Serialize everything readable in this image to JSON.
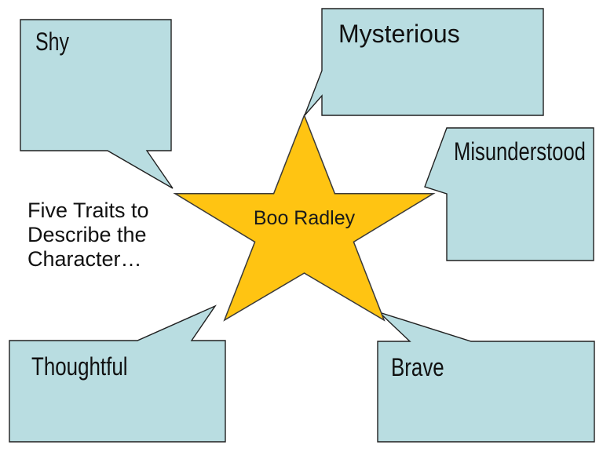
{
  "slide": {
    "background_color": "#FFFFFF",
    "title": {
      "text": "Five Traits to\nDescribe the\nCharacter…"
    },
    "center_star": {
      "label": "Boo Radley",
      "shape": "star-5-point",
      "fill_color": "#FFC412",
      "border_color": "#3A3A3A"
    },
    "bubble_style": {
      "fill_color": "#B9DDE1",
      "border_color": "#202020"
    },
    "traits": [
      {
        "label": "Shy",
        "position": "top-left"
      },
      {
        "label": "Mysterious",
        "position": "top-center"
      },
      {
        "label": "Misunderstood",
        "position": "middle-right"
      },
      {
        "label": "Thoughtful",
        "position": "bottom-left"
      },
      {
        "label": "Brave",
        "position": "bottom-right"
      }
    ]
  }
}
